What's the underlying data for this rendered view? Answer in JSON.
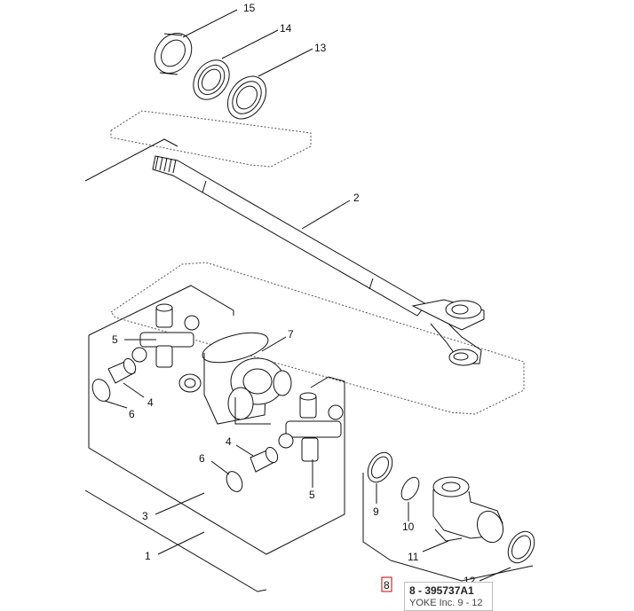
{
  "callouts": {
    "c15": "15",
    "c14": "14",
    "c13": "13",
    "c2": "2",
    "c7": "7",
    "c5a": "5",
    "c4a": "4",
    "c6a": "6",
    "c4b": "4",
    "c6b": "6",
    "c5b": "5",
    "c3": "3",
    "c1": "1",
    "c9": "9",
    "c10": "10",
    "c11": "11",
    "c8": "8",
    "c12": "12"
  },
  "tooltip": {
    "title": "8 - 395737A1",
    "description": "YOKE Inc. 9 - 12"
  },
  "colors": {
    "line": "#111111",
    "dashed": "#555555",
    "highlight": "#cc0000"
  }
}
